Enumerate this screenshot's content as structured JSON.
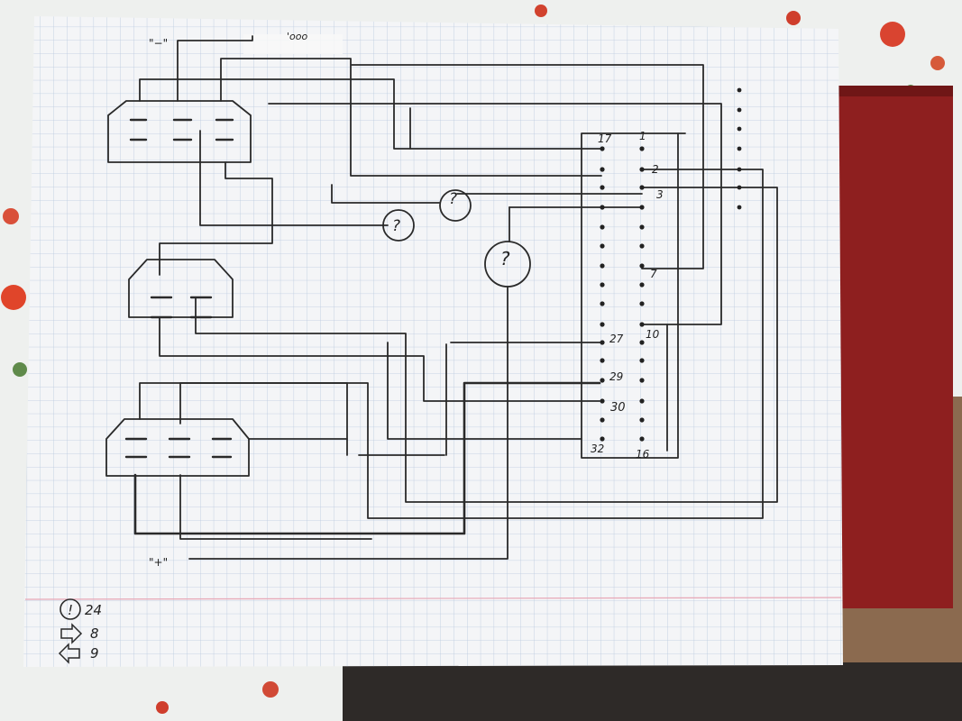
{
  "top_marks": {
    "minus": "\"−\"",
    "scribble": "'ooo"
  },
  "bottom_mark": "\"+\"",
  "unknown_mark": "?",
  "connector": {
    "labels": [
      "17",
      "1",
      "2",
      "3",
      "7",
      "10",
      "27",
      "29",
      "30",
      "32",
      "16"
    ]
  },
  "legend": [
    {
      "icon": "exclamation-circle-icon",
      "symbol": "!",
      "value": "24"
    },
    {
      "icon": "right-arrow-icon",
      "value": "8"
    },
    {
      "icon": "left-arrow-icon",
      "value": "9"
    }
  ],
  "colors": {
    "ink": "#2a2a2a",
    "grid": "#b9c9de",
    "paper": "#f4f5f7",
    "margin_line": "#e7a7b6",
    "folder": "#8e1f1f"
  }
}
